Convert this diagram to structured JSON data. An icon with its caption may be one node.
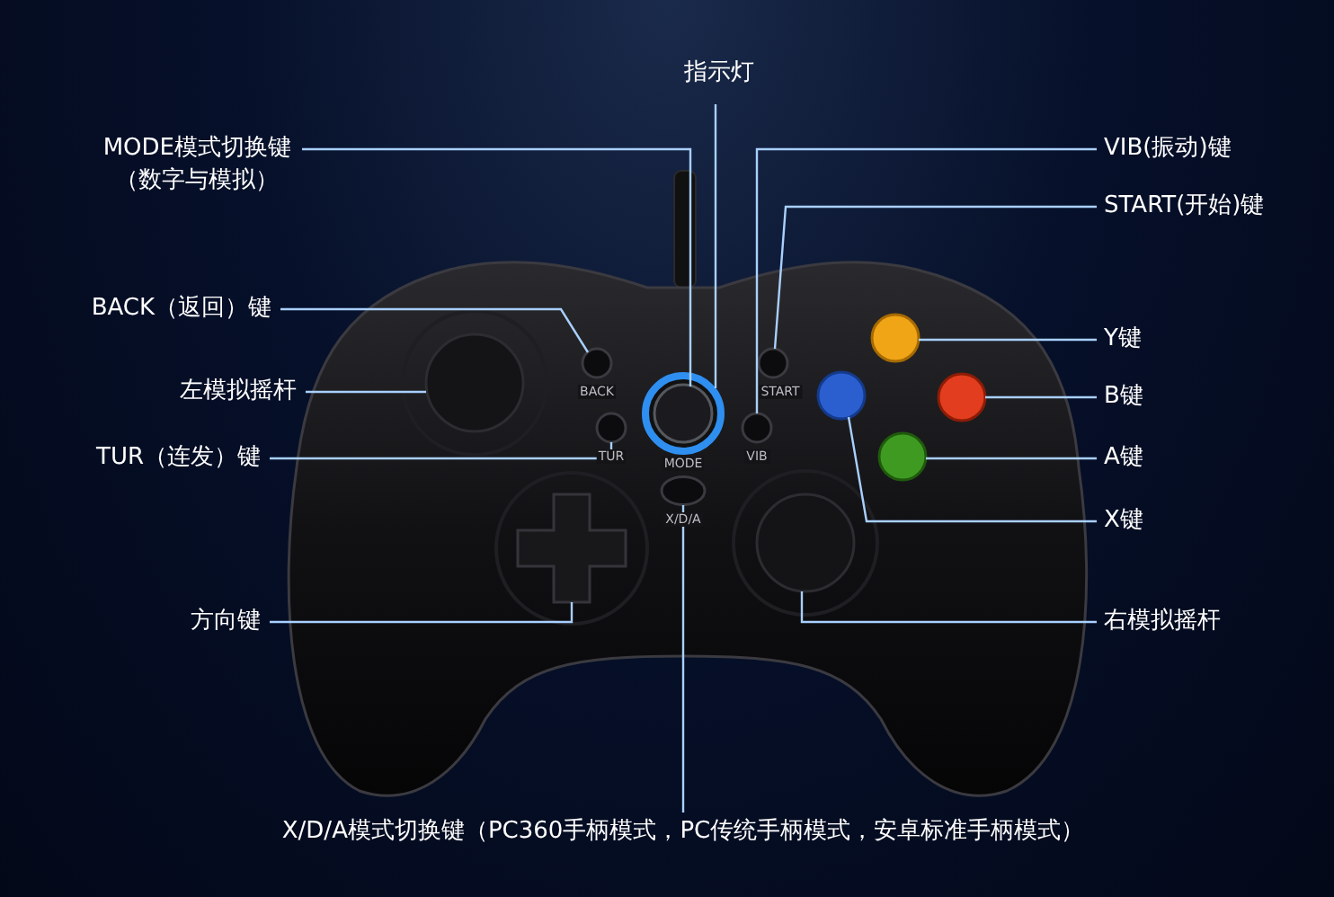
{
  "diagram": {
    "nodes": [
      {
        "text": [
          "指示灯"
        ]
      },
      {
        "text": [
          "MODE模式切换键",
          "（数字与模拟）"
        ]
      },
      {
        "text": [
          "VIB(振动)键"
        ]
      },
      {
        "text": [
          "START(开始)键"
        ]
      },
      {
        "text": [
          "BACK（返回）键"
        ]
      },
      {
        "text": [
          "左模拟摇杆"
        ]
      },
      {
        "text": [
          "TUR（连发）键"
        ]
      },
      {
        "text": [
          "Y键"
        ]
      },
      {
        "text": [
          "B键"
        ]
      },
      {
        "text": [
          "A键"
        ]
      },
      {
        "text": [
          "X键"
        ]
      },
      {
        "text": [
          "方向键"
        ]
      },
      {
        "text": [
          "右模拟摇杆"
        ]
      },
      {
        "text": [
          "X/D/A模式切换键（PC360手柄模式，PC传统手柄模式，安卓标准手柄模式）"
        ]
      },
      {
        "text": [],
        "shape": "circle"
      },
      {
        "text": [],
        "shape": "circle",
        "in": 14
      },
      {
        "text": [],
        "shape": "circle"
      },
      {
        "text": [],
        "shape": "circle"
      },
      {
        "text": [],
        "shape": "circle"
      },
      {
        "text": [],
        "shape": "circle"
      },
      {
        "text": [],
        "shape": "circle"
      },
      {
        "text": [],
        "shape": "circle"
      },
      {
        "text": [],
        "shape": "cross"
      },
      {
        "text": [],
        "shape": "circle"
      },
      {
        "text": [],
        "shape": "circle"
      },
      {
        "text": [],
        "shape": "circle"
      },
      {
        "text": [],
        "shape": "circle"
      },
      {
        "text": [],
        "shape": "ellipse"
      }
    ],
    "edges": [
      {
        "from": 0,
        "to": 14,
        "arrow": "none"
      },
      {
        "from": 1,
        "to": 15,
        "arrow": "none"
      },
      {
        "from": 2,
        "to": 19,
        "arrow": "none"
      },
      {
        "from": 3,
        "to": 17,
        "arrow": "none"
      },
      {
        "from": 4,
        "to": 16,
        "arrow": "none"
      },
      {
        "from": 5,
        "to": 20,
        "arrow": "none"
      },
      {
        "from": 6,
        "to": 18,
        "arrow": "none"
      },
      {
        "from": 7,
        "to": 23,
        "arrow": "none"
      },
      {
        "from": 8,
        "to": 24,
        "arrow": "none"
      },
      {
        "from": 9,
        "to": 25,
        "arrow": "none"
      },
      {
        "from": 10,
        "to": 26,
        "arrow": "none"
      },
      {
        "from": 11,
        "to": 22,
        "arrow": "none"
      },
      {
        "from": 12,
        "to": 21,
        "arrow": "none"
      },
      {
        "from": 13,
        "to": 27,
        "arrow": "none"
      }
    ],
    "labels": [
      "BACK",
      "START",
      "TUR",
      "MODE",
      "VIB",
      "X/D/A"
    ]
  }
}
